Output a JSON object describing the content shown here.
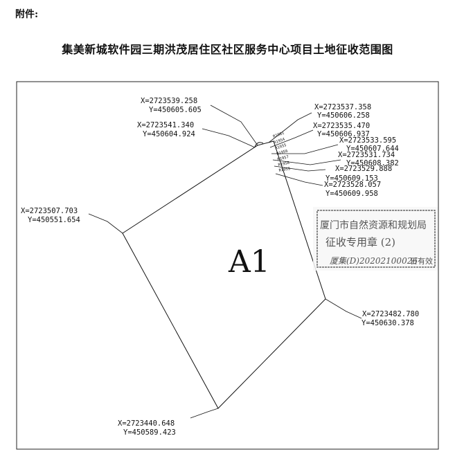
{
  "header": {
    "attachment_label": "附件:"
  },
  "document": {
    "title": "集美新城软件园三期洪茂居住区社区服务中心项目土地征收范围图"
  },
  "map": {
    "parcel_label": "A1",
    "points": [
      {
        "x": "X=2723539.258",
        "y": "Y=450605.605"
      },
      {
        "x": "X=2723541.340",
        "y": "Y=450604.924"
      },
      {
        "x": "X=2723507.703",
        "y": "Y=450551.654"
      },
      {
        "x": "X=2723440.648",
        "y": "Y=450589.423"
      },
      {
        "x": "X=2723482.780",
        "y": "Y=450630.378"
      },
      {
        "x": "X=2723537.358",
        "y": "Y=450606.258"
      },
      {
        "x": "X=2723535.470",
        "y": "Y=450606.937"
      },
      {
        "x": "X=2723533.595",
        "y": "Y=450607.644"
      },
      {
        "x": "X=2723531.734",
        "y": "Y=450608.382"
      },
      {
        "x": "X=2723529.888",
        "y": "Y=450609.153"
      },
      {
        "x": "X=2723528.057",
        "y": "Y=450609.958"
      }
    ],
    "arc_labels": [
      "R1981",
      "R1954",
      "R1955",
      "R1956",
      "R1957",
      "R1958",
      "R1959"
    ]
  },
  "stamp": {
    "line1": "厦门市自然资源和规划局",
    "line2": "征收专用章 (2)",
    "handwriting": "厦集(D)20202100026",
    "suffix": "日有效"
  }
}
